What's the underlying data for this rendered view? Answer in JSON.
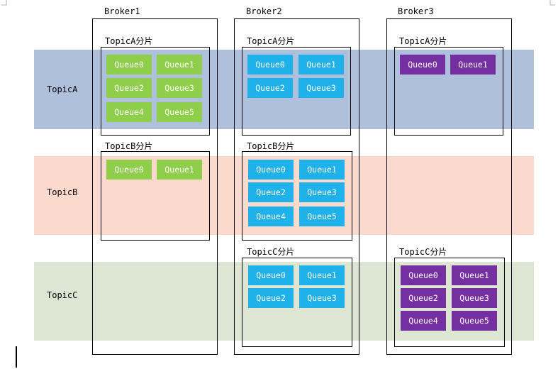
{
  "colors": {
    "topicA_band": "#afc0dc",
    "topicB_band": "#fbd9cc",
    "topicC_band": "#dde6d3",
    "broker1_queue": "#8fce4a",
    "broker2_queue": "#1eb1ea",
    "broker3_queue": "#7430a0"
  },
  "bands": {
    "topicA": "TopicA",
    "topicB": "TopicB",
    "topicC": "TopicC"
  },
  "brokers": {
    "broker1": {
      "title": "Broker1",
      "shardA": {
        "title": "TopicA分片",
        "queues": [
          "Queue0",
          "Queue1",
          "Queue2",
          "Queue3",
          "Queue4",
          "Queue5"
        ]
      },
      "shardB": {
        "title": "TopicB分片",
        "queues": [
          "Queue0",
          "Queue1"
        ]
      }
    },
    "broker2": {
      "title": "Broker2",
      "shardA": {
        "title": "TopicA分片",
        "queues": [
          "Queue0",
          "Queue1",
          "Queue2",
          "Queue3"
        ]
      },
      "shardB": {
        "title": "TopicB分片",
        "queues": [
          "Queue0",
          "Queue1",
          "Queue2",
          "Queue3",
          "Queue4",
          "Queue5"
        ]
      },
      "shardC": {
        "title": "TopicC分片",
        "queues": [
          "Queue0",
          "Queue1",
          "Queue2",
          "Queue3"
        ]
      }
    },
    "broker3": {
      "title": "Broker3",
      "shardA": {
        "title": "TopicA分片",
        "queues": [
          "Queue0",
          "Queue1"
        ]
      },
      "shardC": {
        "title": "TopicC分片",
        "queues": [
          "Queue0",
          "Queue1",
          "Queue2",
          "Queue3",
          "Queue4",
          "Queue5"
        ]
      }
    }
  }
}
